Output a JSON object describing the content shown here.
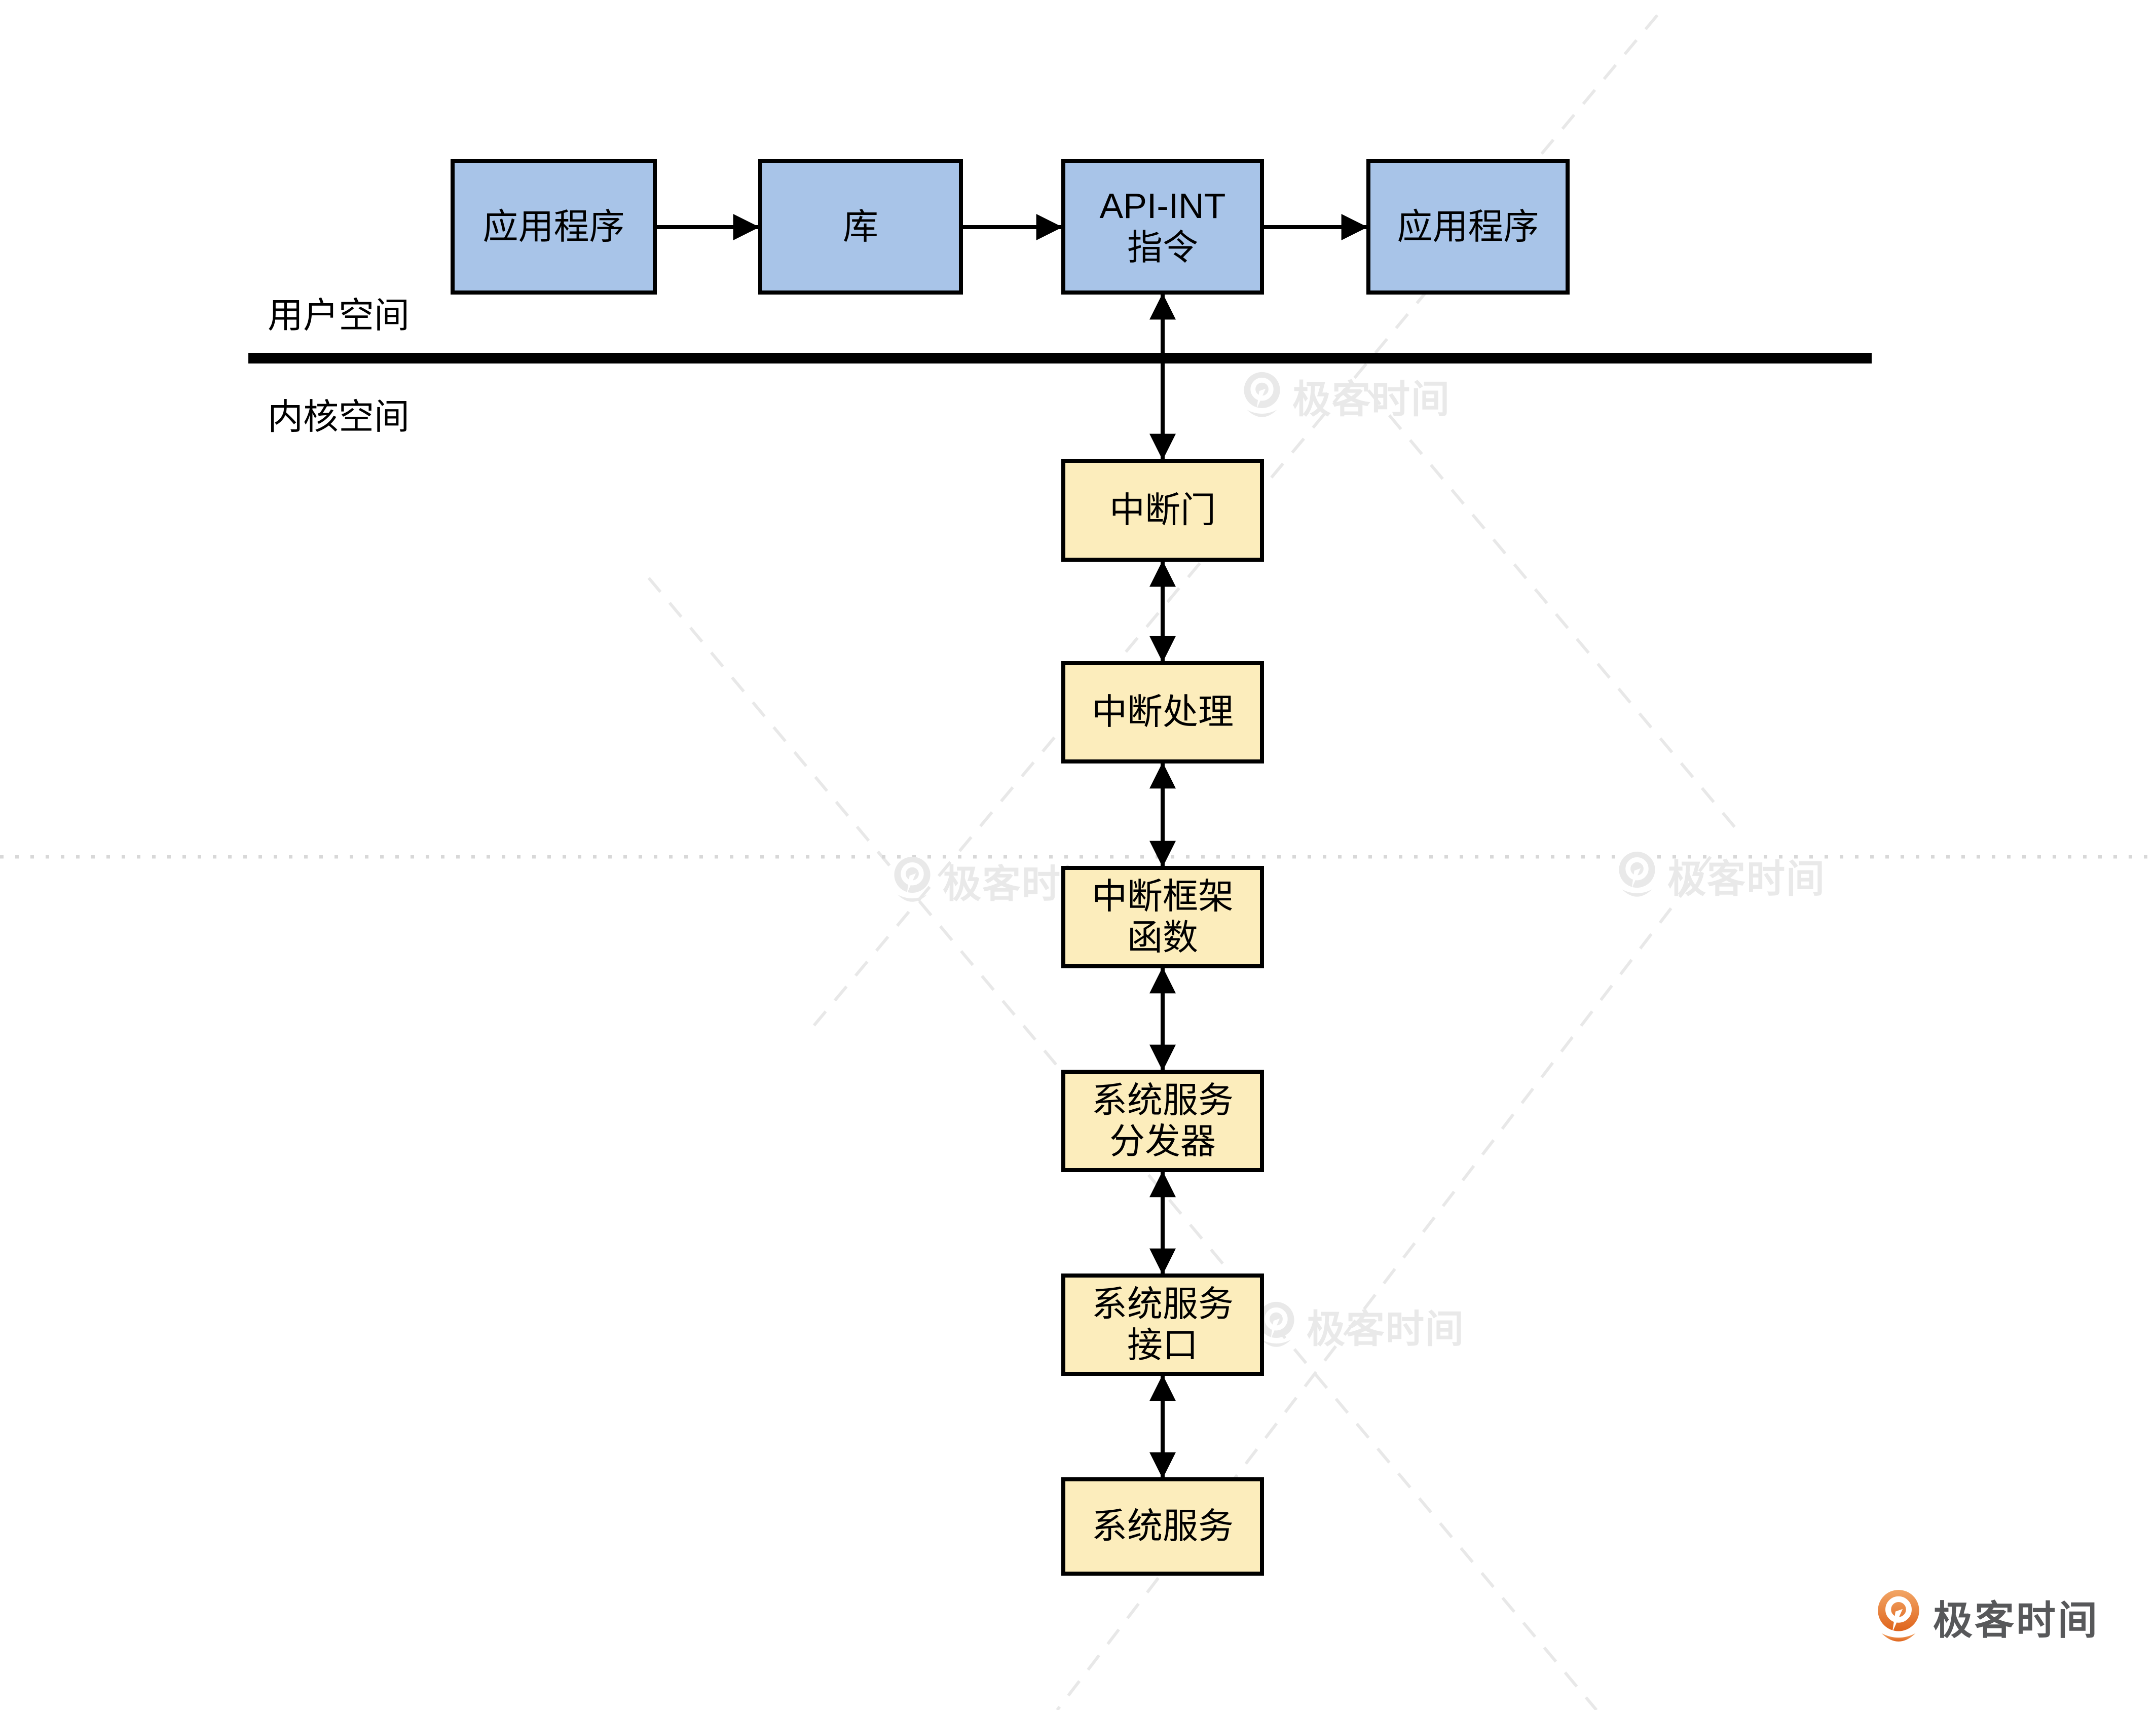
{
  "labels": {
    "user_space": "用户空间",
    "kernel_space": "内核空间"
  },
  "top_row": [
    {
      "label": "应用程序"
    },
    {
      "label": "库"
    },
    {
      "label": "API-INT\n指令"
    },
    {
      "label": "应用程序"
    }
  ],
  "kernel_chain": [
    {
      "label": "中断门"
    },
    {
      "label": "中断处理"
    },
    {
      "label": "中断框架\n函数"
    },
    {
      "label": "系统服务\n分发器"
    },
    {
      "label": "系统服务\n接口"
    },
    {
      "label": "系统服务"
    }
  ],
  "watermark": {
    "text": "极客时间"
  },
  "brand": {
    "text": "极客时间"
  },
  "colors": {
    "app_box_fill": "#A8C4E8",
    "kernel_box_fill": "#FCEDBC",
    "line": "#000000",
    "watermark_gray": "#E9E9E9",
    "dotted_line_gray": "#D8D8D8",
    "brand_orange": "#E0661E",
    "brand_text_gray": "#57585A"
  }
}
